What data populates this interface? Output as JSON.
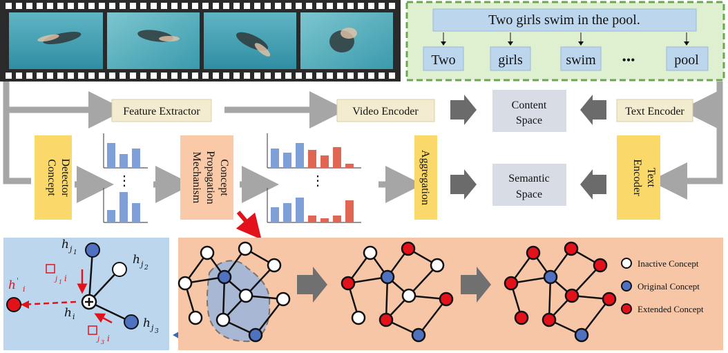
{
  "sentence": "Two girls swim in the pool.",
  "words": [
    "Two",
    "girls",
    "swim",
    "•••",
    "pool"
  ],
  "blocks": {
    "feature_extractor": "Feature Extractor",
    "video_encoder": "Video Encoder",
    "content_space": [
      "Content",
      "Space"
    ],
    "text_encoder_top": "Text Encoder",
    "concept_detector": [
      "Concept",
      "Detector"
    ],
    "propagation": [
      "Concept",
      "Propagation",
      "Mechanism"
    ],
    "aggregation": "Aggregation",
    "semantic_space": [
      "Semantic",
      "Space"
    ],
    "text_encoder_side": [
      "Text",
      "Encoder"
    ]
  },
  "dots": "⋮",
  "legend": {
    "inactive": "Inactive Concept",
    "original": "Original Concept",
    "extended": "Extended Concept"
  },
  "colors": {
    "yellow": "#fbd86a",
    "salmon": "#f9c9a8",
    "beige": "#f3ecd0",
    "gray_box": "#d8dde5",
    "word_box": "#bcd6ee",
    "text_panel": "#dff0d0",
    "text_panel_border": "#6aa84f",
    "light_blue_panel": "#bcd6ee",
    "graph_panel": "#f6c6a6",
    "bar_blue": "#7f9fd8",
    "bar_red": "#e06653",
    "node_blue": "#4f72c0",
    "node_red": "#e3121a",
    "arrow_gray": "#a6a6a6"
  },
  "icons": [
    "video-frames",
    "gray-arrow",
    "red-arrow",
    "blue-arrow",
    "plus-node"
  ]
}
